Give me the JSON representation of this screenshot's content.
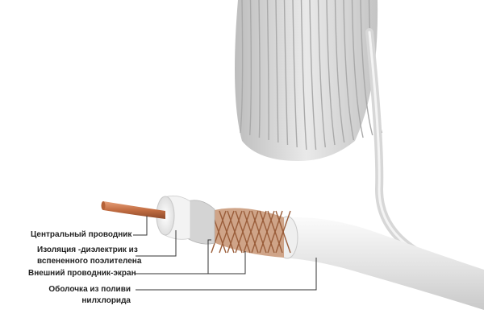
{
  "labels": {
    "center_conductor": "Центральный проводник",
    "insulation_line1": "Изоляция -диэлектрик из",
    "insulation_line2": "вспененного поэлителена",
    "outer_conductor": "Внешний проводник-экран",
    "jacket_line1": "Оболочка из поливи",
    "jacket_line2": "нилхлорида"
  },
  "colors": {
    "copper": "#c7764a",
    "jacket": "#e6e6e6",
    "dielectric": "#f1f1f1",
    "braid": "#b8764c",
    "leader": "#333333"
  }
}
